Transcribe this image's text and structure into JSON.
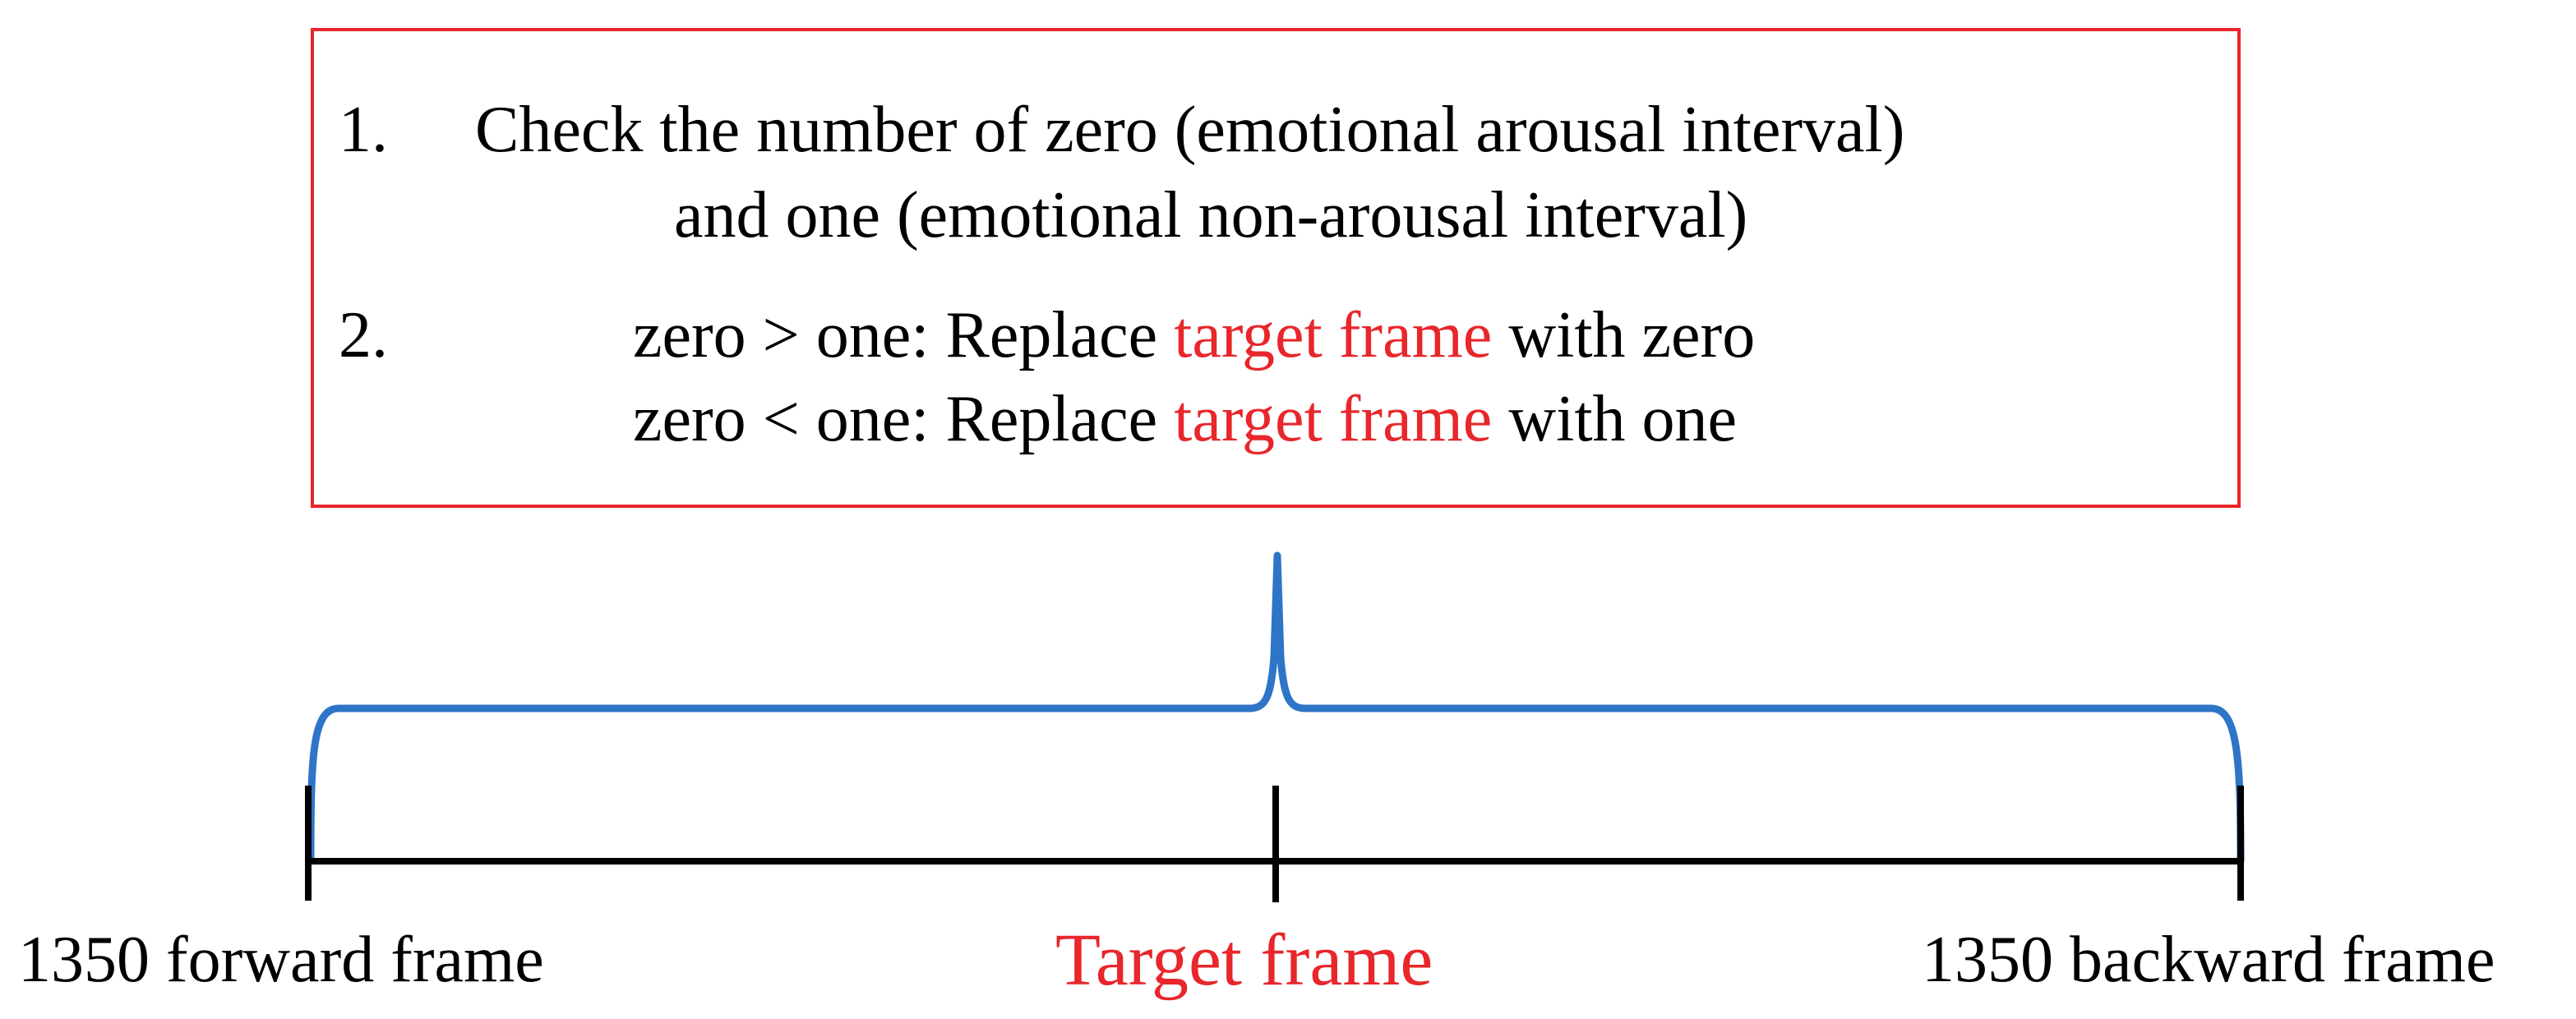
{
  "rules": {
    "step1": {
      "number": "1.",
      "line1": "Check the number of zero (emotional arousal interval)",
      "line2": "and one (emotional non-arousal interval)"
    },
    "step2": {
      "number": "2.",
      "case_a_prefix": "zero > one: Replace ",
      "case_a_highlight": "target frame",
      "case_a_suffix": " with zero",
      "case_b_prefix": "zero < one: Replace ",
      "case_b_highlight": "target frame",
      "case_b_suffix": " with one"
    }
  },
  "timeline": {
    "left_label": "1350 forward frame",
    "center_label": "Target frame",
    "right_label": "1350 backward frame"
  },
  "colors": {
    "box_border": "#e8262b",
    "highlight": "#e8262b",
    "brace": "#2e75c8",
    "axis": "#000000"
  }
}
